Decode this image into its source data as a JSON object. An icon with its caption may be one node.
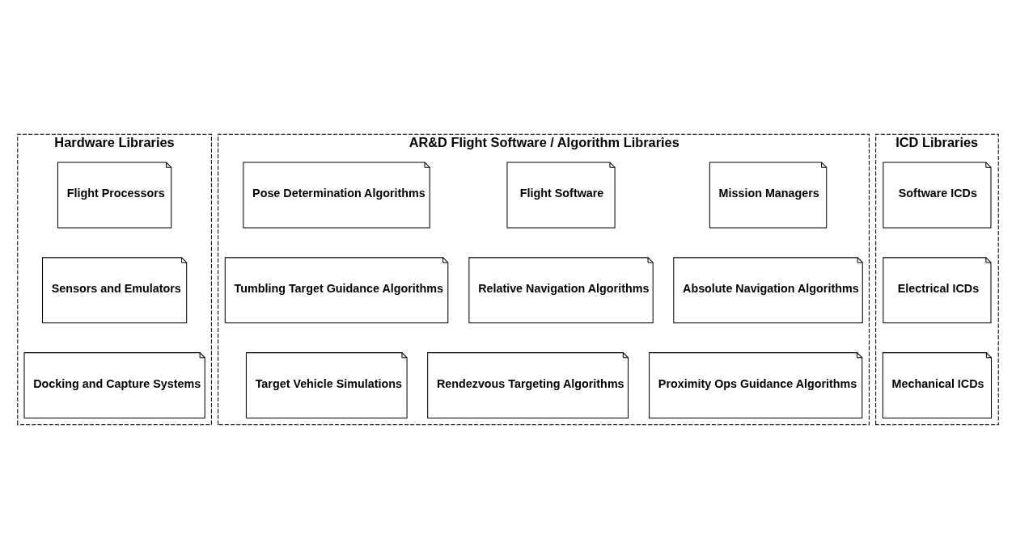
{
  "diagram": {
    "nodes": [
      {
        "text": [
          "Hardware Libraries"
        ]
      },
      {
        "text": [
          "Flight Processors"
        ],
        "in": 0
      },
      {
        "text": [
          "Sensors and Emulators"
        ],
        "in": 0
      },
      {
        "text": [
          "Docking and Capture Systems"
        ],
        "in": 0
      },
      {
        "text": [
          "AR&D Flight Software / Algorithm Libraries"
        ]
      },
      {
        "text": [
          "Mission Managers"
        ],
        "in": 4
      },
      {
        "text": [
          "Flight Software"
        ],
        "in": 4
      },
      {
        "text": [
          "Pose Determination Algorithms"
        ],
        "in": 4
      },
      {
        "text": [
          "Absolute Navigation Algorithms"
        ],
        "in": 4
      },
      {
        "text": [
          "Relative Navigation Algorithms"
        ],
        "in": 4
      },
      {
        "text": [
          "Tumbling Target Guidance Algorithms"
        ],
        "in": 4
      },
      {
        "text": [
          "Proximity Ops Guidance Algorithms"
        ],
        "in": 4
      },
      {
        "text": [
          "Rendezvous Targeting Algorithms"
        ],
        "in": 4
      },
      {
        "text": [
          "Target Vehicle Simulations"
        ],
        "in": 4
      },
      {
        "text": [
          "ICD Libraries"
        ]
      },
      {
        "text": [
          "Software ICDs"
        ],
        "in": 14
      },
      {
        "text": [
          "Electrical ICDs"
        ],
        "in": 14
      },
      {
        "text": [
          "Mechanical ICDs"
        ],
        "in": 14
      }
    ],
    "edges": []
  }
}
